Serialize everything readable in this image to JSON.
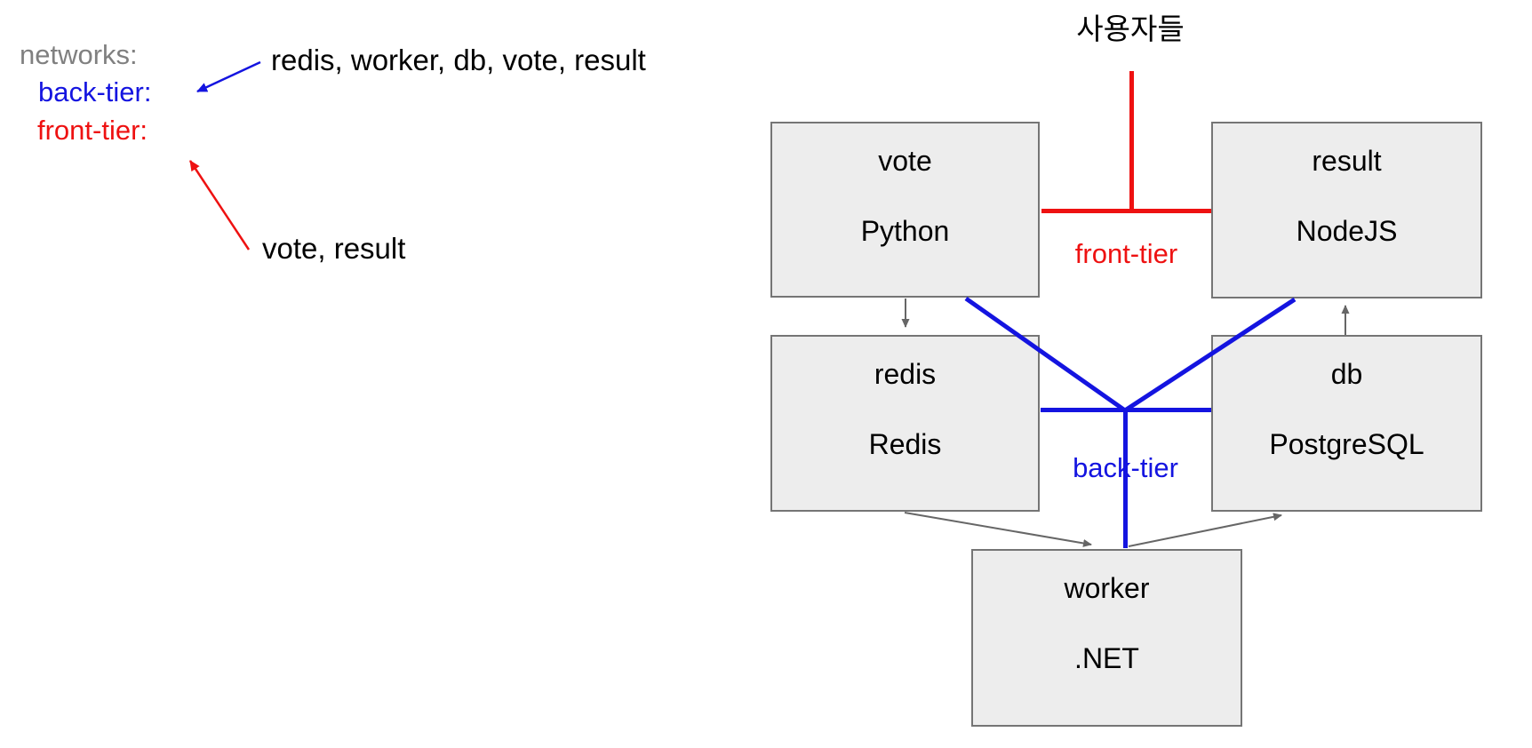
{
  "left_panel": {
    "networks_label": "networks:",
    "networks": [
      {
        "name": "back-tier:",
        "services": "redis, worker, db, vote, result"
      },
      {
        "name": "front-tier:",
        "services": "vote, result"
      }
    ]
  },
  "diagram": {
    "users_label": "사용자들",
    "front_tier_label": "front-tier",
    "back_tier_label": "back-tier",
    "nodes": [
      {
        "id": "vote",
        "name": "vote",
        "tech": "Python"
      },
      {
        "id": "result",
        "name": "result",
        "tech": "NodeJS"
      },
      {
        "id": "redis",
        "name": "redis",
        "tech": "Redis"
      },
      {
        "id": "db",
        "name": "db",
        "tech": "PostgreSQL"
      },
      {
        "id": "worker",
        "name": "worker",
        "tech": ".NET"
      }
    ],
    "connections": [
      {
        "from": "users",
        "to": "front-tier",
        "style": "red-network-line"
      },
      {
        "from": "vote",
        "to": "front-tier",
        "style": "red-network-line"
      },
      {
        "from": "result",
        "to": "front-tier",
        "style": "red-network-line"
      },
      {
        "from": "vote",
        "to": "back-tier",
        "style": "blue-network-line"
      },
      {
        "from": "result",
        "to": "back-tier",
        "style": "blue-network-line"
      },
      {
        "from": "redis",
        "to": "back-tier",
        "style": "blue-network-line"
      },
      {
        "from": "db",
        "to": "back-tier",
        "style": "blue-network-line"
      },
      {
        "from": "worker",
        "to": "back-tier",
        "style": "blue-network-line"
      },
      {
        "from": "vote",
        "to": "redis",
        "style": "gray-arrow"
      },
      {
        "from": "db",
        "to": "result",
        "style": "gray-arrow"
      },
      {
        "from": "redis",
        "to": "worker",
        "style": "gray-arrow"
      },
      {
        "from": "worker",
        "to": "db",
        "style": "gray-arrow"
      }
    ]
  },
  "colors": {
    "front_tier": "#ee1111",
    "back_tier": "#1414e0",
    "box_fill": "#ededed",
    "box_border": "#757575",
    "connector_gray": "#666666",
    "networks_gray": "#808080"
  }
}
